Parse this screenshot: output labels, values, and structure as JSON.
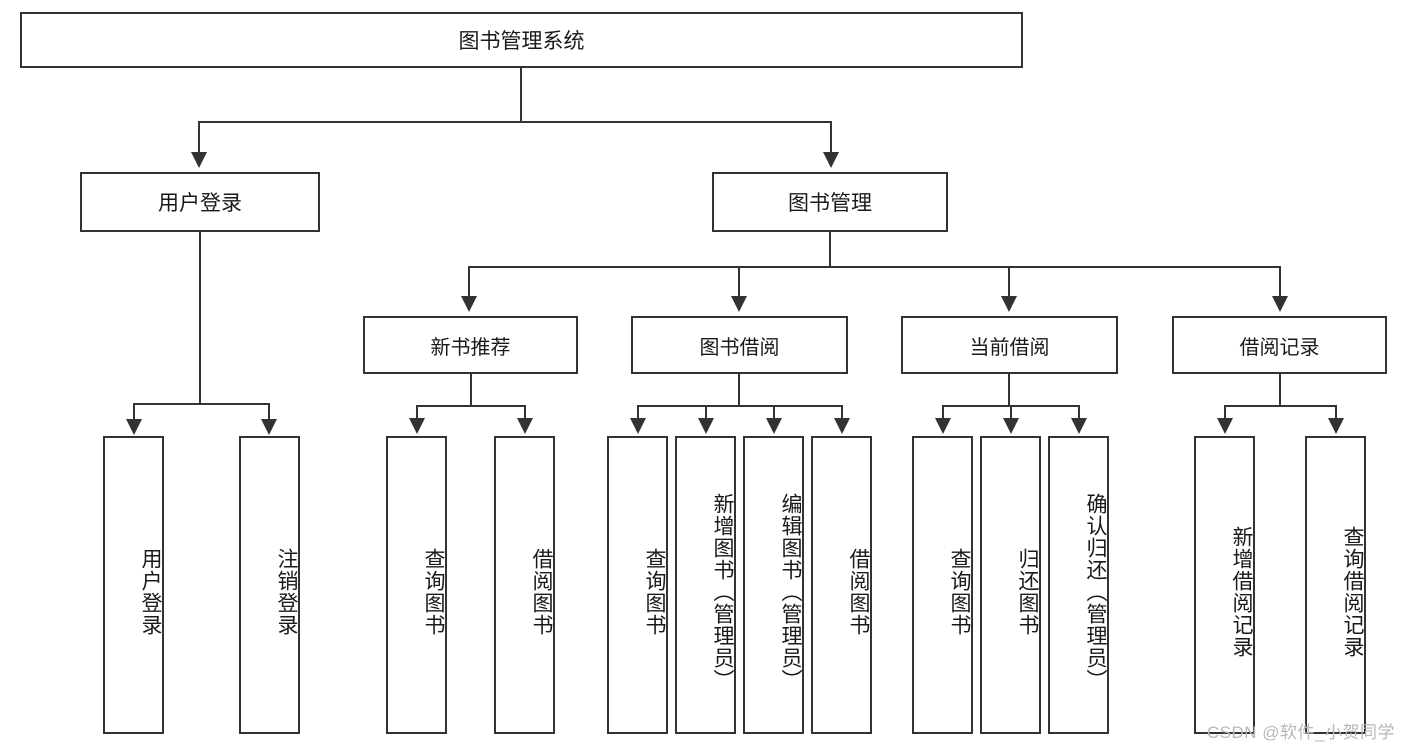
{
  "diagram": {
    "type": "tree-hierarchy",
    "title": "图书管理系统",
    "root": {
      "label": "图书管理系统"
    },
    "level1": [
      {
        "id": "user-login",
        "label": "用户登录"
      },
      {
        "id": "book-management",
        "label": "图书管理"
      }
    ],
    "level2": [
      {
        "id": "new-book-recommend",
        "label": "新书推荐"
      },
      {
        "id": "book-borrow",
        "label": "图书借阅"
      },
      {
        "id": "current-borrow",
        "label": "当前借阅"
      },
      {
        "id": "borrow-record",
        "label": "借阅记录"
      }
    ],
    "leaves": [
      {
        "id": "leaf-user-login",
        "label": "用户登录",
        "parent": "user-login"
      },
      {
        "id": "leaf-user-logout",
        "label": "注销登录",
        "parent": "user-login"
      },
      {
        "id": "leaf-query-book-1",
        "label": "查询图书",
        "parent": "new-book-recommend"
      },
      {
        "id": "leaf-borrow-book-1",
        "label": "借阅图书",
        "parent": "new-book-recommend"
      },
      {
        "id": "leaf-query-book-2",
        "label": "查询图书",
        "parent": "book-borrow"
      },
      {
        "id": "leaf-add-book",
        "label": "新增图书（管理员）",
        "parent": "book-borrow"
      },
      {
        "id": "leaf-edit-book",
        "label": "编辑图书（管理员）",
        "parent": "book-borrow"
      },
      {
        "id": "leaf-borrow-book-2",
        "label": "借阅图书",
        "parent": "book-borrow"
      },
      {
        "id": "leaf-query-book-3",
        "label": "查询图书",
        "parent": "current-borrow"
      },
      {
        "id": "leaf-return-book",
        "label": "归还图书",
        "parent": "current-borrow"
      },
      {
        "id": "leaf-confirm-return",
        "label": "确认归还（管理员）",
        "parent": "current-borrow"
      },
      {
        "id": "leaf-add-borrow-record",
        "label": "新增借阅记录",
        "parent": "borrow-record"
      },
      {
        "id": "leaf-query-borrow-record",
        "label": "查询借阅记录",
        "parent": "borrow-record"
      }
    ]
  },
  "watermark": {
    "text": "CSDN @软件_小贺同学"
  },
  "colors": {
    "border": "#333333",
    "background": "#ffffff",
    "text": "#1a1a1a",
    "watermark": "#b8b8b8"
  }
}
